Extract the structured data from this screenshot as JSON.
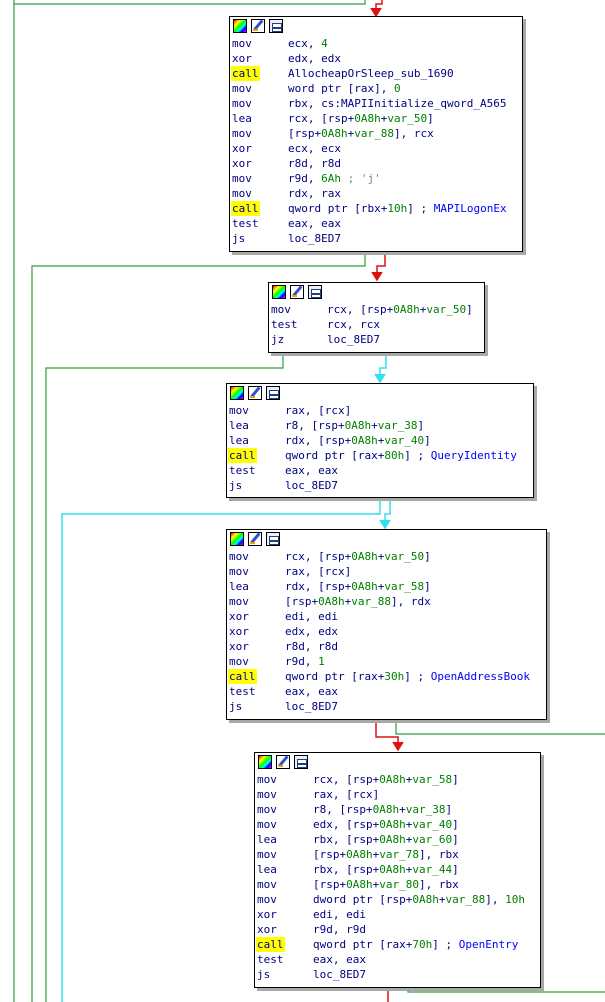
{
  "blocks": [
    {
      "id": "b1",
      "lines": [
        {
          "m": "mov",
          "ops": [
            {
              "t": "ecx, "
            },
            {
              "t": "4",
              "c": "num"
            }
          ]
        },
        {
          "m": "xor",
          "ops": [
            {
              "t": "edx, edx"
            }
          ]
        },
        {
          "m": "call",
          "hl": true,
          "ops": [
            {
              "t": "AllocheapOrSleep_sub_1690"
            }
          ]
        },
        {
          "m": "mov",
          "ops": [
            {
              "t": "word ptr [rax], "
            },
            {
              "t": "0",
              "c": "num"
            }
          ]
        },
        {
          "m": "mov",
          "ops": [
            {
              "t": "rbx, cs:MAPIInitialize_qword_A565"
            }
          ]
        },
        {
          "m": "lea",
          "ops": [
            {
              "t": "rcx, [rsp+"
            },
            {
              "t": "0A8h",
              "c": "num"
            },
            {
              "t": "+"
            },
            {
              "t": "var_50",
              "c": "num"
            },
            {
              "t": "]"
            }
          ]
        },
        {
          "m": "mov",
          "ops": [
            {
              "t": "[rsp+"
            },
            {
              "t": "0A8h",
              "c": "num"
            },
            {
              "t": "+"
            },
            {
              "t": "var_88",
              "c": "num"
            },
            {
              "t": "], rcx"
            }
          ]
        },
        {
          "m": "xor",
          "ops": [
            {
              "t": "ecx, ecx"
            }
          ]
        },
        {
          "m": "xor",
          "ops": [
            {
              "t": "r8d, r8d"
            }
          ]
        },
        {
          "m": "mov",
          "ops": [
            {
              "t": "r9d, "
            },
            {
              "t": "6Ah",
              "c": "num"
            },
            {
              "t": " ; 'j'",
              "c": "cmt"
            }
          ]
        },
        {
          "m": "mov",
          "ops": [
            {
              "t": "rdx, rax"
            }
          ]
        },
        {
          "m": "call",
          "hl": true,
          "ops": [
            {
              "t": "qword ptr [rbx+"
            },
            {
              "t": "10h",
              "c": "num"
            },
            {
              "t": "] ; "
            },
            {
              "t": "MAPILogonEx",
              "c": "fn"
            }
          ]
        },
        {
          "m": "test",
          "ops": [
            {
              "t": "eax, eax"
            }
          ]
        },
        {
          "m": "js",
          "ops": [
            {
              "t": "loc_8ED7"
            }
          ]
        }
      ]
    },
    {
      "id": "b2",
      "lines": [
        {
          "m": "mov",
          "ops": [
            {
              "t": "rcx, [rsp+"
            },
            {
              "t": "0A8h",
              "c": "num"
            },
            {
              "t": "+"
            },
            {
              "t": "var_50",
              "c": "num"
            },
            {
              "t": "]"
            }
          ]
        },
        {
          "m": "test",
          "ops": [
            {
              "t": "rcx, rcx"
            }
          ]
        },
        {
          "m": "jz",
          "ops": [
            {
              "t": "loc_8ED7"
            }
          ]
        }
      ]
    },
    {
      "id": "b3",
      "lines": [
        {
          "m": "mov",
          "ops": [
            {
              "t": "rax, [rcx]"
            }
          ]
        },
        {
          "m": "lea",
          "ops": [
            {
              "t": "r8, [rsp+"
            },
            {
              "t": "0A8h",
              "c": "num"
            },
            {
              "t": "+"
            },
            {
              "t": "var_38",
              "c": "num"
            },
            {
              "t": "]"
            }
          ]
        },
        {
          "m": "lea",
          "ops": [
            {
              "t": "rdx, [rsp+"
            },
            {
              "t": "0A8h",
              "c": "num"
            },
            {
              "t": "+"
            },
            {
              "t": "var_40",
              "c": "num"
            },
            {
              "t": "]"
            }
          ]
        },
        {
          "m": "call",
          "hl": true,
          "ops": [
            {
              "t": "qword ptr [rax+"
            },
            {
              "t": "80h",
              "c": "num"
            },
            {
              "t": "] ; "
            },
            {
              "t": "QueryIdentity",
              "c": "fn"
            }
          ]
        },
        {
          "m": "test",
          "ops": [
            {
              "t": "eax, eax"
            }
          ]
        },
        {
          "m": "js",
          "ops": [
            {
              "t": "loc_8ED7"
            }
          ]
        }
      ]
    },
    {
      "id": "b4",
      "lines": [
        {
          "m": "mov",
          "ops": [
            {
              "t": "rcx, [rsp+"
            },
            {
              "t": "0A8h",
              "c": "num"
            },
            {
              "t": "+"
            },
            {
              "t": "var_50",
              "c": "num"
            },
            {
              "t": "]"
            }
          ]
        },
        {
          "m": "mov",
          "ops": [
            {
              "t": "rax, [rcx]"
            }
          ]
        },
        {
          "m": "lea",
          "ops": [
            {
              "t": "rdx, [rsp+"
            },
            {
              "t": "0A8h",
              "c": "num"
            },
            {
              "t": "+"
            },
            {
              "t": "var_58",
              "c": "num"
            },
            {
              "t": "]"
            }
          ]
        },
        {
          "m": "mov",
          "ops": [
            {
              "t": "[rsp+"
            },
            {
              "t": "0A8h",
              "c": "num"
            },
            {
              "t": "+"
            },
            {
              "t": "var_88",
              "c": "num"
            },
            {
              "t": "], rdx"
            }
          ]
        },
        {
          "m": "xor",
          "ops": [
            {
              "t": "edi, edi"
            }
          ]
        },
        {
          "m": "xor",
          "ops": [
            {
              "t": "edx, edx"
            }
          ]
        },
        {
          "m": "xor",
          "ops": [
            {
              "t": "r8d, r8d"
            }
          ]
        },
        {
          "m": "mov",
          "ops": [
            {
              "t": "r9d, "
            },
            {
              "t": "1",
              "c": "num"
            }
          ]
        },
        {
          "m": "call",
          "hl": true,
          "ops": [
            {
              "t": "qword ptr [rax+"
            },
            {
              "t": "30h",
              "c": "num"
            },
            {
              "t": "] ; "
            },
            {
              "t": "OpenAddressBook",
              "c": "fn"
            }
          ]
        },
        {
          "m": "test",
          "ops": [
            {
              "t": "eax, eax"
            }
          ]
        },
        {
          "m": "js",
          "ops": [
            {
              "t": "loc_8ED7"
            }
          ]
        }
      ]
    },
    {
      "id": "b5",
      "lines": [
        {
          "m": "mov",
          "ops": [
            {
              "t": "rcx, [rsp+"
            },
            {
              "t": "0A8h",
              "c": "num"
            },
            {
              "t": "+"
            },
            {
              "t": "var_58",
              "c": "num"
            },
            {
              "t": "]"
            }
          ]
        },
        {
          "m": "mov",
          "ops": [
            {
              "t": "rax, [rcx]"
            }
          ]
        },
        {
          "m": "mov",
          "ops": [
            {
              "t": "r8, [rsp+"
            },
            {
              "t": "0A8h",
              "c": "num"
            },
            {
              "t": "+"
            },
            {
              "t": "var_38",
              "c": "num"
            },
            {
              "t": "]"
            }
          ]
        },
        {
          "m": "mov",
          "ops": [
            {
              "t": "edx, [rsp+"
            },
            {
              "t": "0A8h",
              "c": "num"
            },
            {
              "t": "+"
            },
            {
              "t": "var_40",
              "c": "num"
            },
            {
              "t": "]"
            }
          ]
        },
        {
          "m": "lea",
          "ops": [
            {
              "t": "rbx, [rsp+"
            },
            {
              "t": "0A8h",
              "c": "num"
            },
            {
              "t": "+"
            },
            {
              "t": "var_60",
              "c": "num"
            },
            {
              "t": "]"
            }
          ]
        },
        {
          "m": "mov",
          "ops": [
            {
              "t": "[rsp+"
            },
            {
              "t": "0A8h",
              "c": "num"
            },
            {
              "t": "+"
            },
            {
              "t": "var_78",
              "c": "num"
            },
            {
              "t": "], rbx"
            }
          ]
        },
        {
          "m": "lea",
          "ops": [
            {
              "t": "rbx, [rsp+"
            },
            {
              "t": "0A8h",
              "c": "num"
            },
            {
              "t": "+"
            },
            {
              "t": "var_44",
              "c": "num"
            },
            {
              "t": "]"
            }
          ]
        },
        {
          "m": "mov",
          "ops": [
            {
              "t": "[rsp+"
            },
            {
              "t": "0A8h",
              "c": "num"
            },
            {
              "t": "+"
            },
            {
              "t": "var_80",
              "c": "num"
            },
            {
              "t": "], rbx"
            }
          ]
        },
        {
          "m": "mov",
          "ops": [
            {
              "t": "dword ptr [rsp+"
            },
            {
              "t": "0A8h",
              "c": "num"
            },
            {
              "t": "+"
            },
            {
              "t": "var_88",
              "c": "num"
            },
            {
              "t": "], "
            },
            {
              "t": "10h",
              "c": "num"
            }
          ]
        },
        {
          "m": "xor",
          "ops": [
            {
              "t": "edi, edi"
            }
          ]
        },
        {
          "m": "xor",
          "ops": [
            {
              "t": "r9d, r9d"
            }
          ]
        },
        {
          "m": "call",
          "hl": true,
          "ops": [
            {
              "t": "qword ptr [rax+"
            },
            {
              "t": "70h",
              "c": "num"
            },
            {
              "t": "] ; "
            },
            {
              "t": "OpenEntry",
              "c": "fn"
            }
          ]
        },
        {
          "m": "test",
          "ops": [
            {
              "t": "eax, eax"
            }
          ]
        },
        {
          "m": "js",
          "ops": [
            {
              "t": "loc_8ED7"
            }
          ]
        }
      ]
    }
  ],
  "colors": {
    "edge_green": "#2e9e3e",
    "edge_red": "#e01010",
    "edge_cyan": "#30e0f0",
    "highlight": "#ffff00",
    "text": "#000080",
    "number": "#008000",
    "comment": "#808080"
  },
  "icons": [
    "color-palette-icon",
    "edit-pencil-icon",
    "graph-nodes-icon"
  ]
}
